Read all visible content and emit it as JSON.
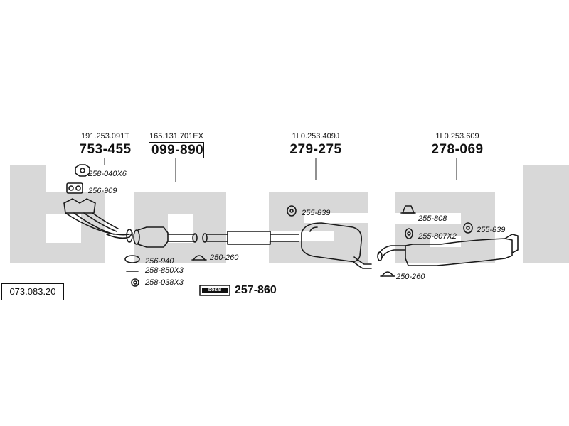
{
  "watermark": "bosal",
  "assembly_code": "073.083.20",
  "main_parts": [
    {
      "oem_ref": "191.253.091T",
      "part_number": "753-455",
      "boxed": false
    },
    {
      "oem_ref": "165.131.701EX",
      "part_number": "099-890",
      "boxed": true
    },
    {
      "oem_ref": "1L0.253.409J",
      "part_number": "279-275",
      "boxed": false
    },
    {
      "oem_ref": "1L0.253.609",
      "part_number": "278-069",
      "boxed": false
    }
  ],
  "accessories": [
    {
      "part_number": "258-040X6",
      "icon": "hex-nut-icon"
    },
    {
      "part_number": "256-909",
      "icon": "flange-gasket-icon"
    },
    {
      "part_number": "255-839",
      "icon": "rubber-hanger-icon"
    },
    {
      "part_number": "255-808",
      "icon": "rubber-mount-icon"
    },
    {
      "part_number": "255-807X2",
      "icon": "rubber-bushing-icon"
    },
    {
      "part_number": "255-839",
      "icon": "rubber-hanger-icon"
    },
    {
      "part_number": "256-940",
      "icon": "ring-gasket-icon"
    },
    {
      "part_number": "258-850X3",
      "icon": "bolt-icon"
    },
    {
      "part_number": "258-038X3",
      "icon": "nut-icon"
    },
    {
      "part_number": "250-260",
      "icon": "pipe-clamp-icon"
    },
    {
      "part_number": "250-260",
      "icon": "pipe-clamp-icon"
    }
  ],
  "mounting_kit": {
    "badge_text": "bosal",
    "part_number": "257-860"
  }
}
